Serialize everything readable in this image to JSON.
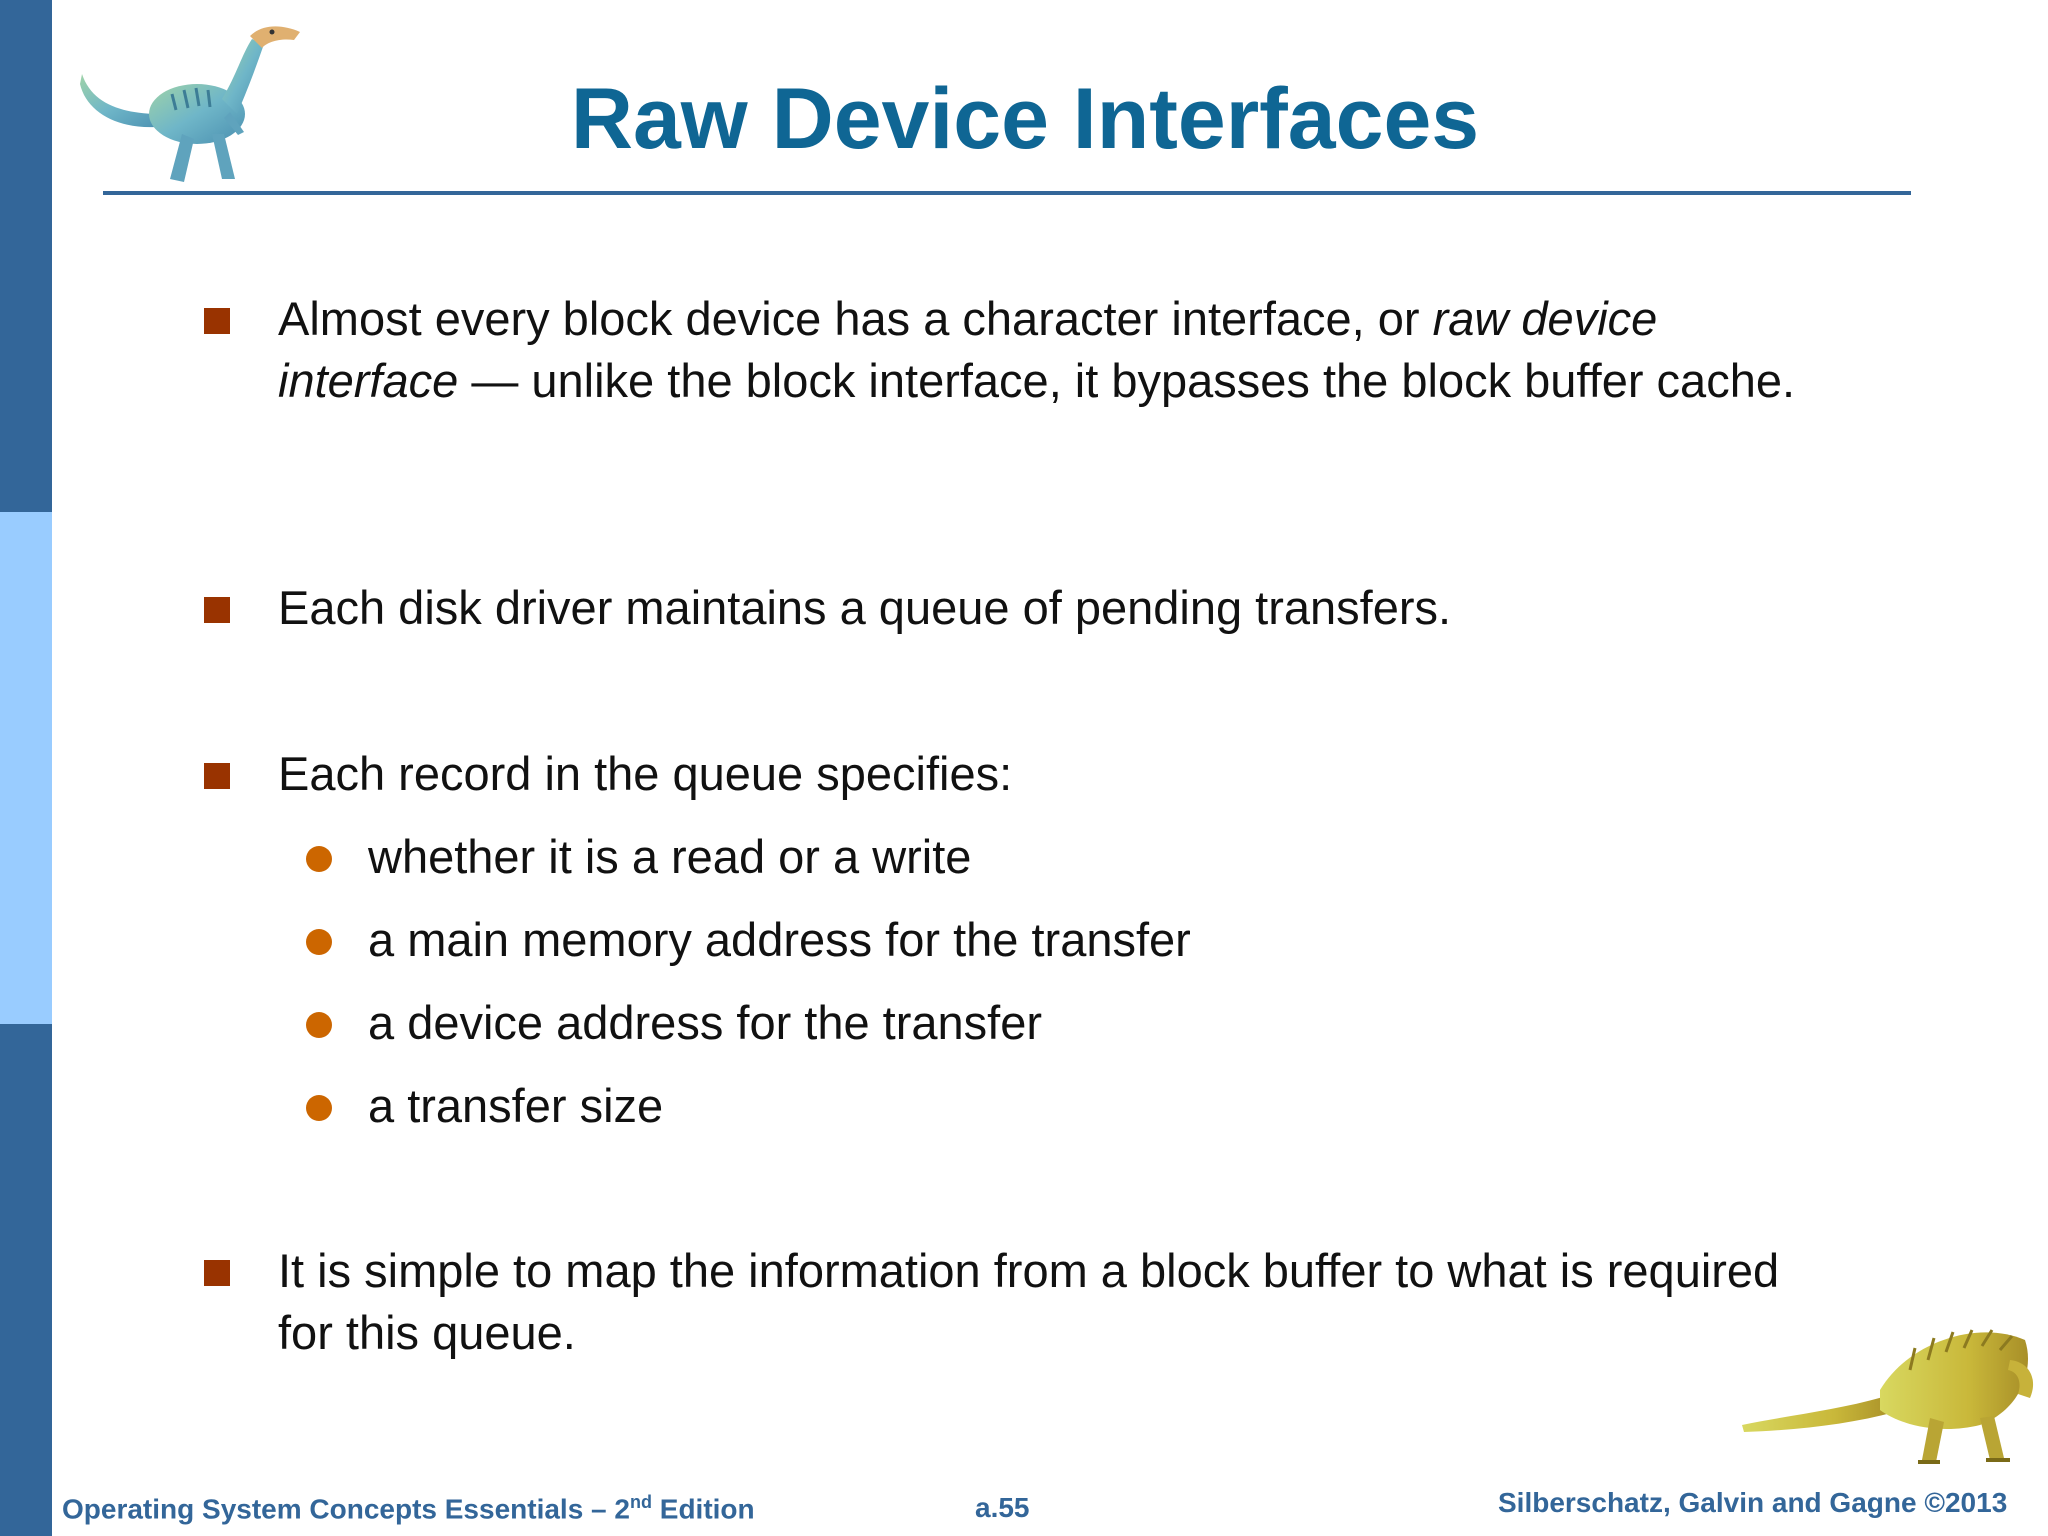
{
  "slide": {
    "title": "Raw Device Interfaces",
    "bullets": [
      {
        "text_before": "Almost every block device has a character interface, or ",
        "text_italic": "raw device interface",
        "text_after": " — unlike the block interface, it bypasses the block buffer cache."
      },
      {
        "text": "Each disk driver maintains a queue of pending transfers."
      },
      {
        "text": "Each record in the queue specifies:",
        "sub_items": [
          "whether it is a read or a write",
          "a main memory address for the transfer",
          "a device address for the transfer",
          "a transfer size"
        ]
      },
      {
        "text": "It is simple to map the information from a block buffer to what is required for this queue."
      }
    ]
  },
  "footer": {
    "left_prefix": "Operating System Concepts Essentials – 2",
    "left_sup": "nd",
    "left_suffix": " Edition",
    "page_number": "a.55",
    "copyright": "Silberschatz, Galvin and Gagne ©2013"
  },
  "colors": {
    "title": "#0f6694",
    "sidebar_dark": "#336699",
    "sidebar_light": "#99ccff",
    "bullet_square": "#993300",
    "sub_bullet_dot": "#cc6600",
    "footer_text": "#336699"
  }
}
